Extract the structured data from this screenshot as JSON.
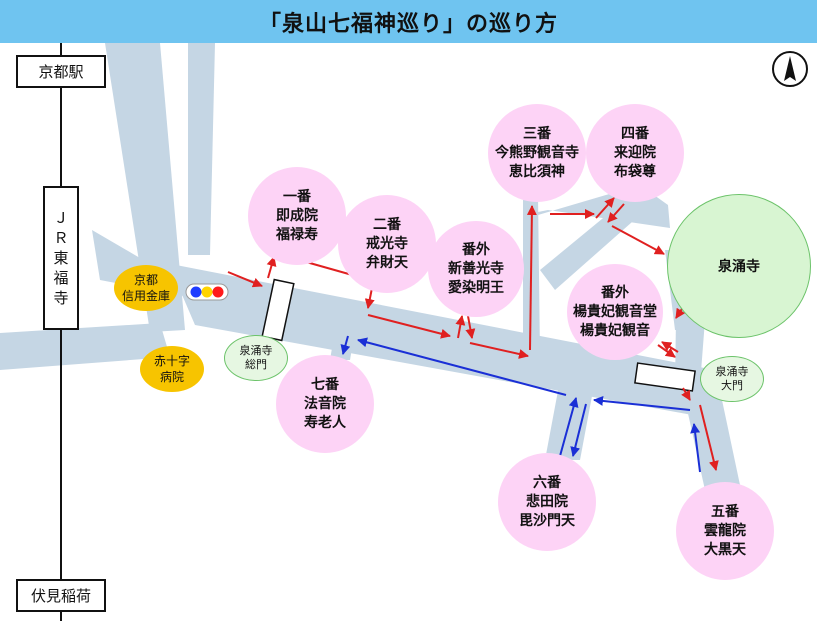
{
  "title": "「泉山七福神巡り」の巡り方",
  "stations": {
    "kyoto": "京都駅",
    "fushimi_inari": "伏見稲荷",
    "jr_tofukuji": [
      "Ｊ",
      "Ｒ",
      "東",
      "福",
      "寺"
    ]
  },
  "stops": [
    {
      "lines": [
        "一番",
        "即成院",
        "福禄寿"
      ]
    },
    {
      "lines": [
        "二番",
        "戒光寺",
        "弁財天"
      ]
    },
    {
      "lines": [
        "番外",
        "新善光寺",
        "愛染明王"
      ]
    },
    {
      "lines": [
        "三番",
        "今熊野観音寺",
        "恵比須神"
      ]
    },
    {
      "lines": [
        "四番",
        "来迎院",
        "布袋尊"
      ]
    },
    {
      "lines": [
        "番外",
        "楊貴妃観音堂",
        "楊貴妃観音"
      ]
    },
    {
      "lines": [
        "五番",
        "雲龍院",
        "大黒天"
      ]
    },
    {
      "lines": [
        "六番",
        "悲田院",
        "毘沙門天"
      ]
    },
    {
      "lines": [
        "七番",
        "法音院",
        "寿老人"
      ]
    }
  ],
  "sennyuji": "泉涌寺",
  "gates": {
    "main_gate": [
      "泉涌寺",
      "総門"
    ],
    "great_gate": [
      "泉涌寺",
      "大門"
    ]
  },
  "landmarks": {
    "shinkin": [
      "京都",
      "信用金庫"
    ],
    "red_cross": [
      "赤十字",
      "病院"
    ]
  },
  "colors": {
    "title_bar": "#6fc4f0",
    "road": "#c5d6e4",
    "stop_circle": "#fdd3f6",
    "temple_circle": "#d8f5d2",
    "landmark": "#f7c400",
    "route_red": "#e02020",
    "route_blue": "#1a2fd6"
  },
  "icons": {
    "north": "north-arrow-icon",
    "traffic_light": "traffic-light-icon"
  }
}
